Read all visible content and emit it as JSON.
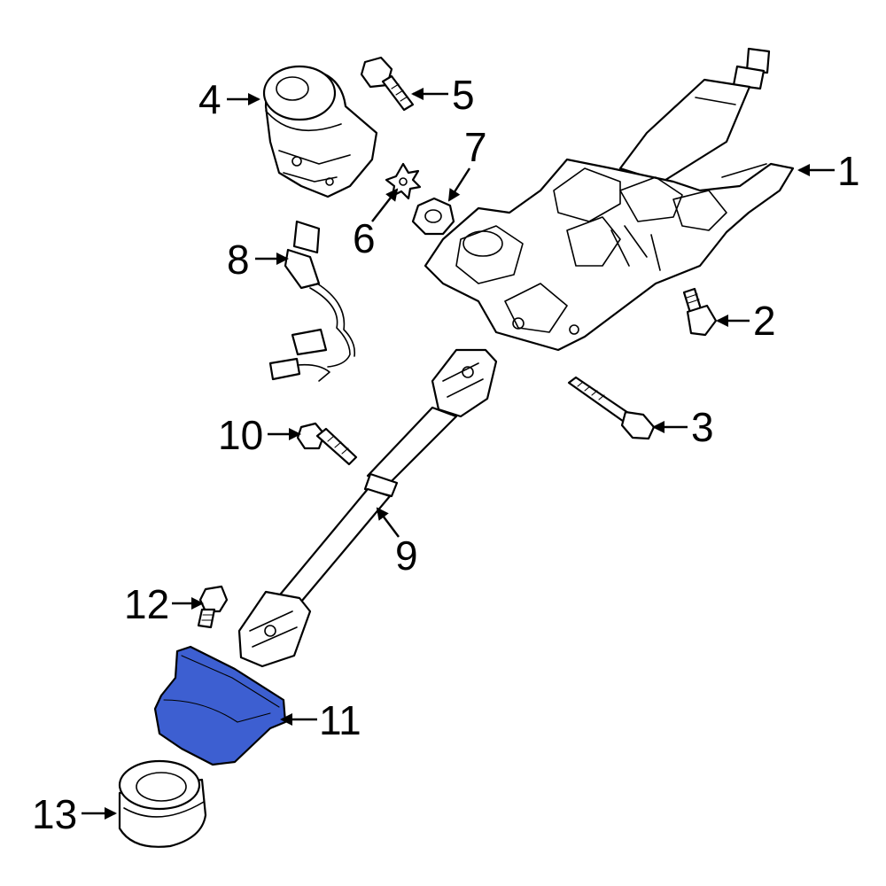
{
  "colors": {
    "line": "#000000",
    "background": "#ffffff",
    "highlight": "#3d5fd1"
  },
  "highlighted_part": "11",
  "callouts": [
    {
      "id": "1",
      "label": "1"
    },
    {
      "id": "2",
      "label": "2"
    },
    {
      "id": "3",
      "label": "3"
    },
    {
      "id": "4",
      "label": "4"
    },
    {
      "id": "5",
      "label": "5"
    },
    {
      "id": "6",
      "label": "6"
    },
    {
      "id": "7",
      "label": "7"
    },
    {
      "id": "8",
      "label": "8"
    },
    {
      "id": "9",
      "label": "9"
    },
    {
      "id": "10",
      "label": "10"
    },
    {
      "id": "11",
      "label": "11"
    },
    {
      "id": "12",
      "label": "12"
    },
    {
      "id": "13",
      "label": "13"
    }
  ]
}
